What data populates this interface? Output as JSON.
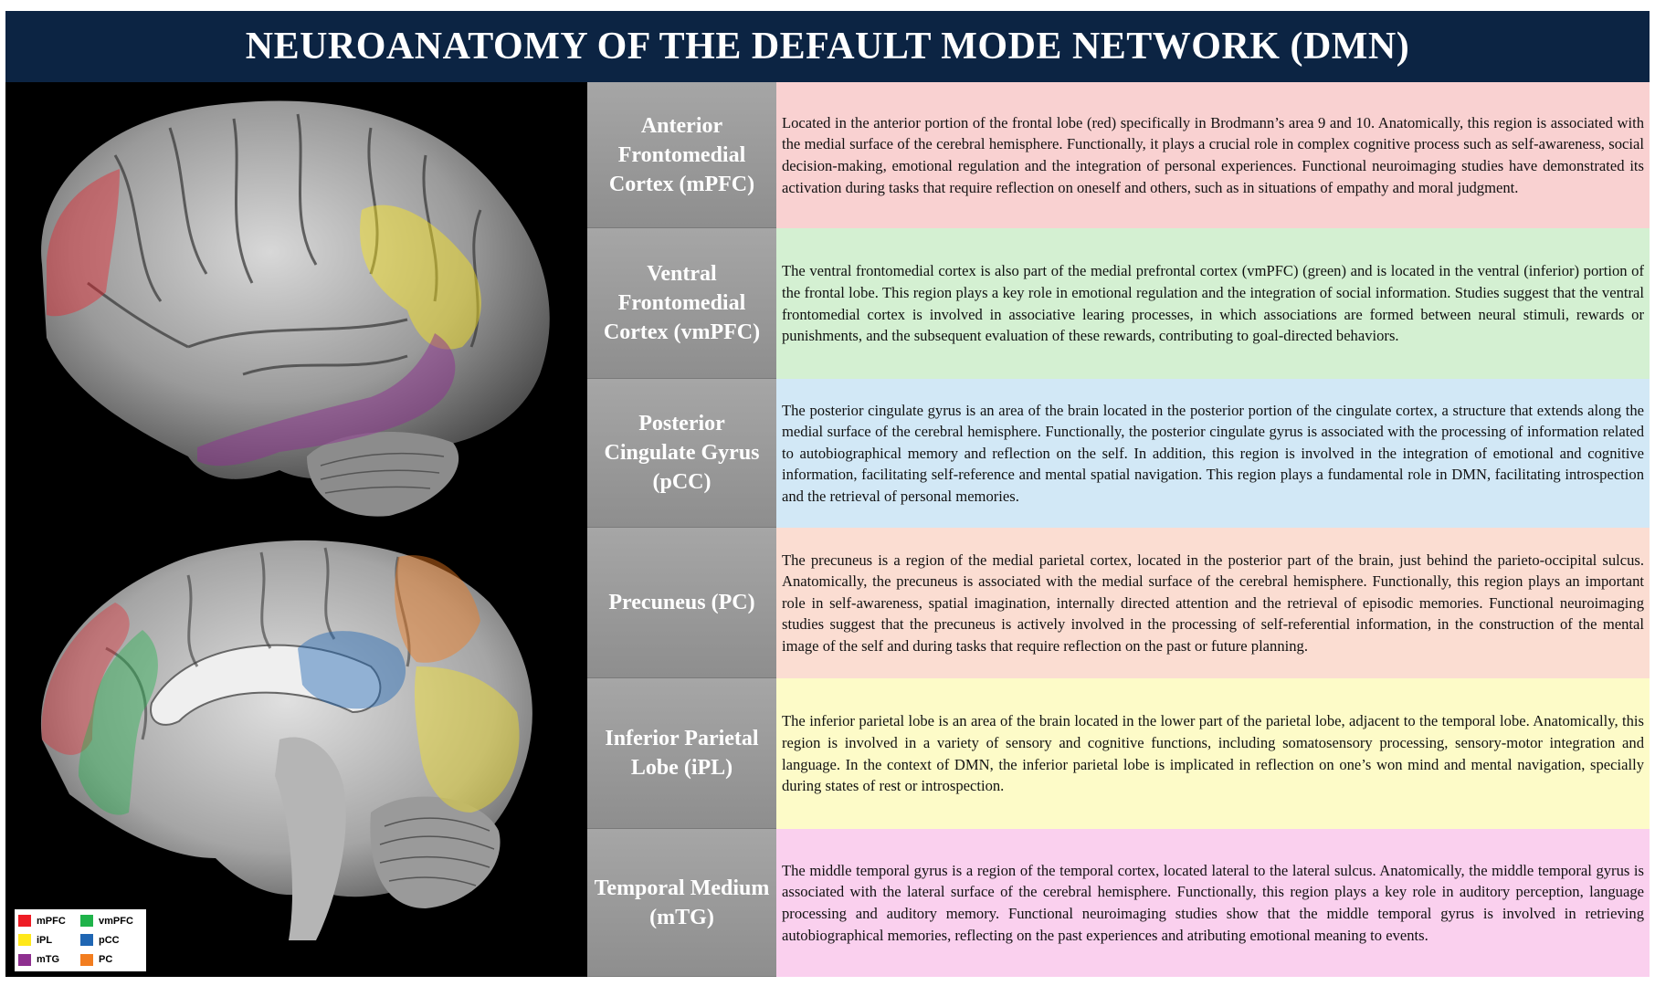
{
  "title": "NEUROANATOMY OF THE DEFAULT MODE NETWORK (DMN)",
  "colors": {
    "header_bg": "#0c2443",
    "mpfc": "#ee1c25",
    "vmpfc": "#1fb34a",
    "ipl": "#ffe81a",
    "pcc": "#1f66b3",
    "mtg": "#8e2f8f",
    "pc": "#f27d1f"
  },
  "legend": [
    {
      "label": "mPFC",
      "color": "#ee1c25"
    },
    {
      "label": "vmPFC",
      "color": "#1fb34a"
    },
    {
      "label": "iPL",
      "color": "#ffe81a"
    },
    {
      "label": "pCC",
      "color": "#1f66b3"
    },
    {
      "label": "mTG",
      "color": "#8e2f8f"
    },
    {
      "label": "PC",
      "color": "#f27d1f"
    }
  ],
  "regions": [
    {
      "name": "Anterior Frontomedial Cortex (mPFC)",
      "bg": "#f9d1d1",
      "description": "Located in the anterior portion of the frontal lobe (red) specifically in Brodmann’s area 9 and 10. Anatomically, this region is associated with the medial surface of the cerebral hemisphere. Functionally, it plays a crucial role in complex cognitive process such as self-awareness, social decision-making, emotional regulation and the integration of personal experiences. Functional neuroimaging studies have demonstrated its activation during tasks that require reflection on oneself and others, such as in situations of empathy and moral judgment."
    },
    {
      "name": "Ventral Frontomedial Cortex (vmPFC)",
      "bg": "#d4f0d2",
      "description": "The ventral frontomedial cortex is also part of the medial prefrontal cortex (vmPFC) (green) and is located in the ventral (inferior) portion of the frontal lobe. This region plays a key role in emotional regulation and the integration of social information. Studies suggest that the ventral frontomedial cortex is involved in associative learing processes, in which associations are formed between neural stimuli, rewards or punishments, and the subsequent evaluation of these rewards, contributing to goal-directed behaviors."
    },
    {
      "name": "Posterior Cingulate Gyrus (pCC)",
      "bg": "#d2e8f6",
      "description": "The posterior cingulate gyrus is an area of the brain located in the posterior portion of the cingulate cortex, a structure that extends along the medial surface of the cerebral hemisphere. Functionally, the posterior cingulate gyrus is associated with the processing of information related to autobiographical memory and reflection on the self. In addition, this region is involved in the integration of emotional and cognitive information, facilitating self-reference and mental spatial navigation. This region plays a fundamental role in DMN, facilitating introspection and the retrieval of personal memories."
    },
    {
      "name": "Precuneus (PC)",
      "bg": "#fbddd2",
      "description": "The precuneus is a region of the medial parietal cortex, located in the posterior part of the brain, just behind the parieto-occipital sulcus. Anatomically, the precuneus is associated with the medial surface of the cerebral hemisphere. Functionally, this region plays an important role in self-awareness, spatial imagination, internally directed attention and the retrieval of episodic memories. Functional neuroimaging studies suggest that the precuneus is actively involved in the processing of self-referential information, in the construction of the mental image of the self and during tasks that require reflection on the past or future planning."
    },
    {
      "name": "Inferior Parietal Lobe (iPL)",
      "bg": "#fdfbc8",
      "description": "The inferior parietal lobe is an area of the brain located in the lower part of the parietal lobe, adjacent to the temporal lobe. Anatomically, this region is involved in a variety of sensory and cognitive functions, including somatosensory processing, sensory-motor integration and language. In the context of DMN, the inferior parietal lobe is implicated in reflection on one’s won mind and mental navigation, specially during states of rest or introspection."
    },
    {
      "name": "Temporal Medium (mTG)",
      "bg": "#fad0ee",
      "description": "The middle temporal gyrus is a region of the temporal cortex, located lateral to the lateral sulcus. Anatomically, the middle temporal gyrus is associated with the lateral surface of the cerebral hemisphere. Functionally, this region plays a key role in auditory perception, language processing and auditory memory. Functional neuroimaging studies show that the middle temporal gyrus is involved in retrieving autobiographical memories, reflecting on the past experiences and atributing emotional meaning to events."
    }
  ]
}
